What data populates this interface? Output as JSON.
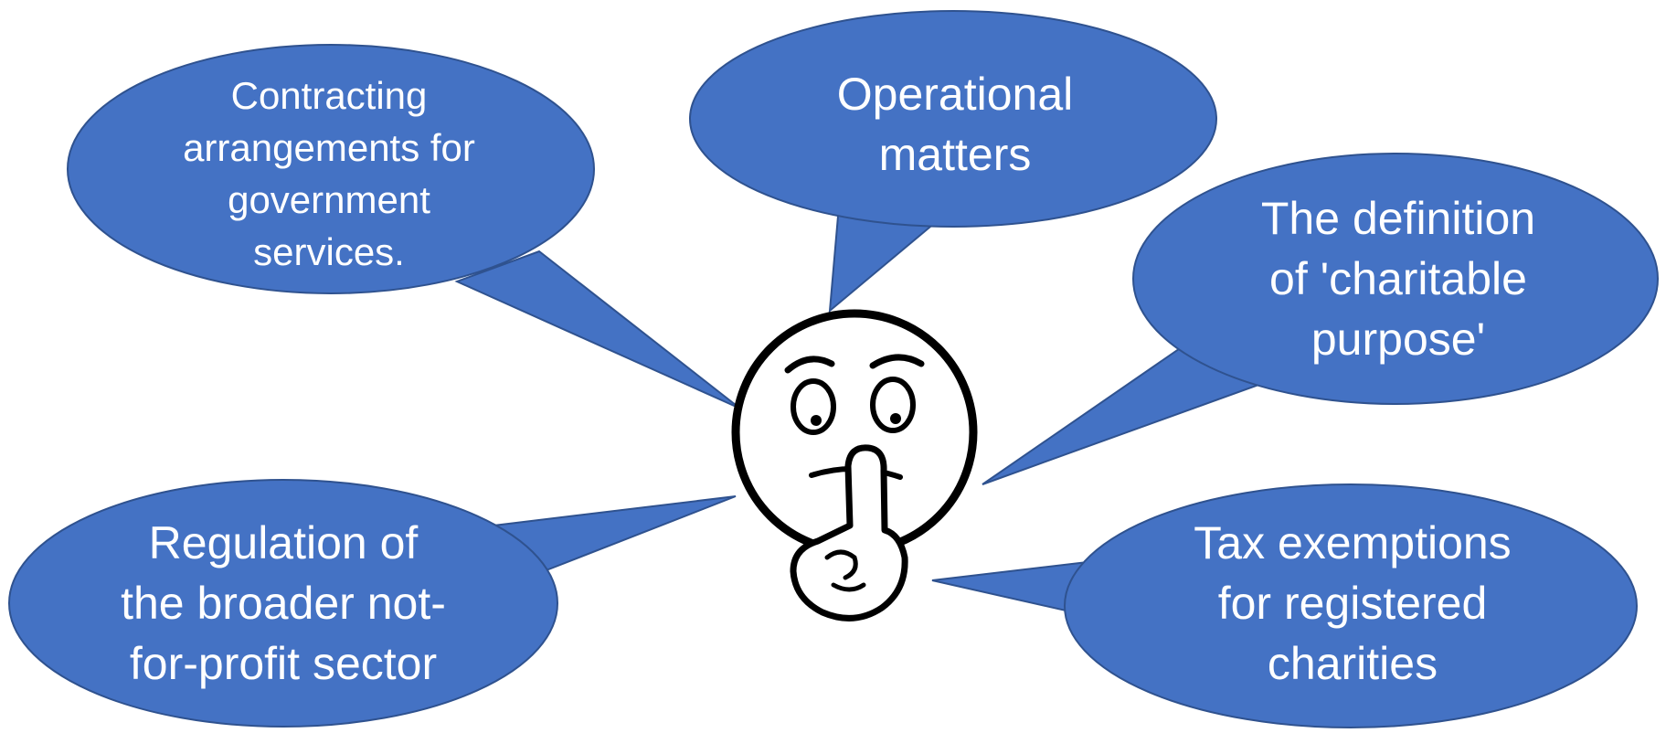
{
  "palette": {
    "bubble_fill": "#4472C4",
    "bubble_stroke": "#2F528F",
    "text": "#FFFFFF",
    "face_stroke": "#000000"
  },
  "bubbles": [
    {
      "id": "contracting",
      "lines": [
        "Contracting",
        "arrangements for",
        "government",
        "services."
      ]
    },
    {
      "id": "operational",
      "lines": [
        "Operational",
        "matters"
      ]
    },
    {
      "id": "definition",
      "lines": [
        "The definition",
        "of 'charitable",
        "purpose'"
      ]
    },
    {
      "id": "regulation",
      "lines": [
        "Regulation of",
        "the broader not-",
        "for-profit sector"
      ]
    },
    {
      "id": "tax",
      "lines": [
        "Tax exemptions",
        "for registered",
        "charities"
      ]
    }
  ],
  "center_figure": {
    "icon": "shush-face-icon"
  }
}
